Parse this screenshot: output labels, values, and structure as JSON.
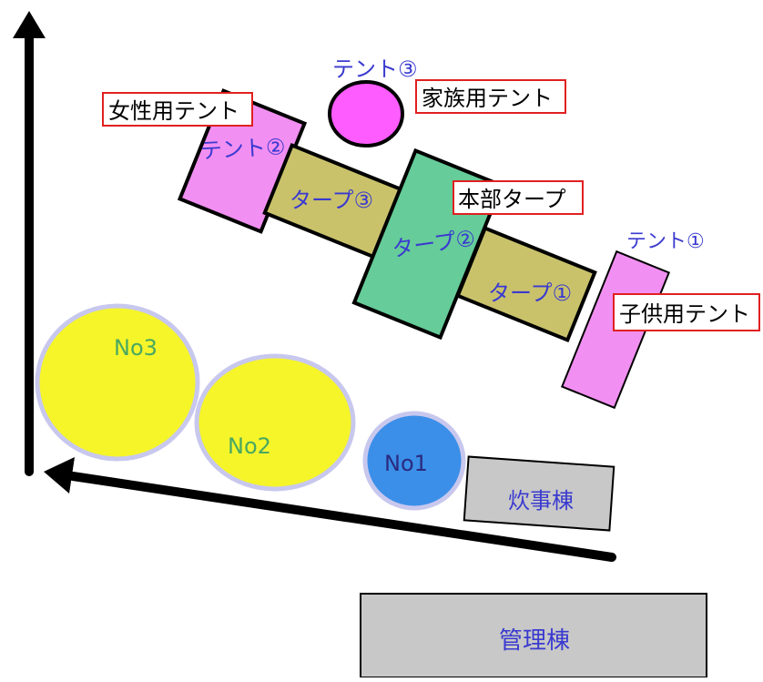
{
  "diagram": {
    "tents": {
      "tent1": "テント①",
      "tent2": "テント②",
      "tent3": "テント③"
    },
    "tarps": {
      "tarp1": "タープ①",
      "tarp2": "タープ②",
      "tarp3": "タープ③"
    },
    "circles": {
      "no1": "No1",
      "no2": "No2",
      "no3": "No3"
    },
    "buildings": {
      "kitchen": "炊事棟",
      "management": "管理棟"
    },
    "callouts": {
      "womens_tent": "女性用テント",
      "family_tent": "家族用テント",
      "hq_tarp": "本部タープ",
      "kids_tent": "子供用テント"
    },
    "colors": {
      "tent_pink": "#f28ff2",
      "tent_magenta": "#ff5cff",
      "tarp_olive": "#c9c26b",
      "tarp_green": "#66cc99",
      "circle_yellow": "#f5f52a",
      "circle_blue": "#3b8fe8",
      "building_gray": "#c8c8c8",
      "callout_border": "#e02020"
    }
  }
}
